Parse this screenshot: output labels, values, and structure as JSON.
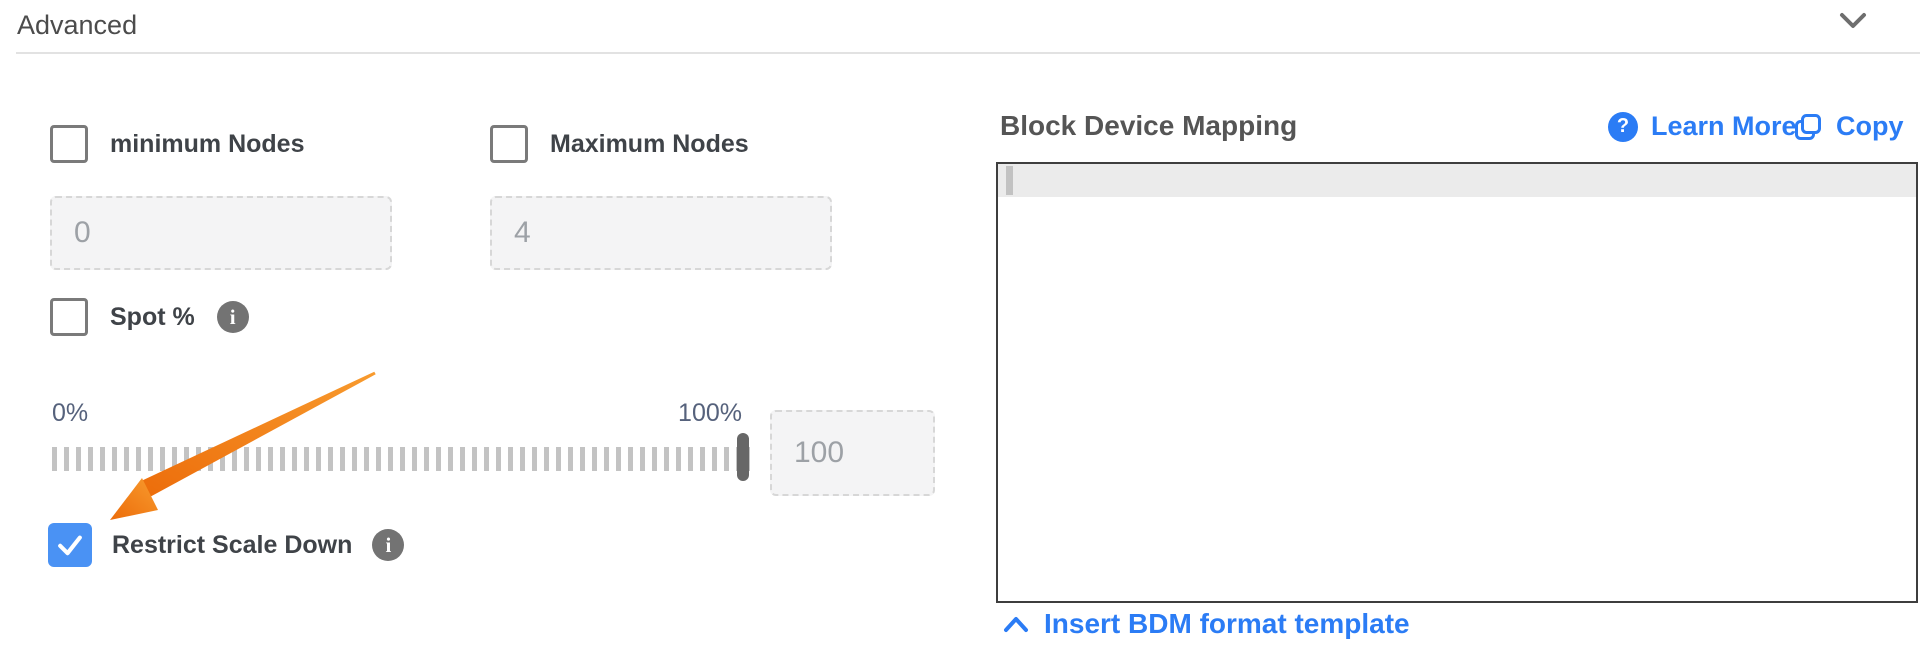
{
  "header": {
    "title": "Advanced"
  },
  "form": {
    "min_nodes": {
      "label": "minimum Nodes",
      "checked": false,
      "value": "0"
    },
    "max_nodes": {
      "label": "Maximum Nodes",
      "checked": false,
      "value": "4"
    },
    "spot_pct": {
      "label": "Spot %",
      "checked": false
    },
    "slider": {
      "min_label": "0%",
      "max_label": "100%",
      "value": "100",
      "percent": 100
    },
    "restrict_scale_down": {
      "label": "Restrict Scale Down",
      "checked": true
    }
  },
  "bdm": {
    "title": "Block Device Mapping",
    "learn_more_label": "Learn More",
    "copy_label": "Copy",
    "editor_content": "",
    "insert_template_label": "Insert BDM format template"
  },
  "icons": {
    "info_glyph": "i",
    "help_glyph": "?"
  },
  "colors": {
    "accent_blue": "#2b7cf5",
    "checkbox_checked_blue": "#4a92f4",
    "annotation_orange": "#ee6d09",
    "label_gray": "#3f4348",
    "slider_label_slate": "#56627c"
  }
}
